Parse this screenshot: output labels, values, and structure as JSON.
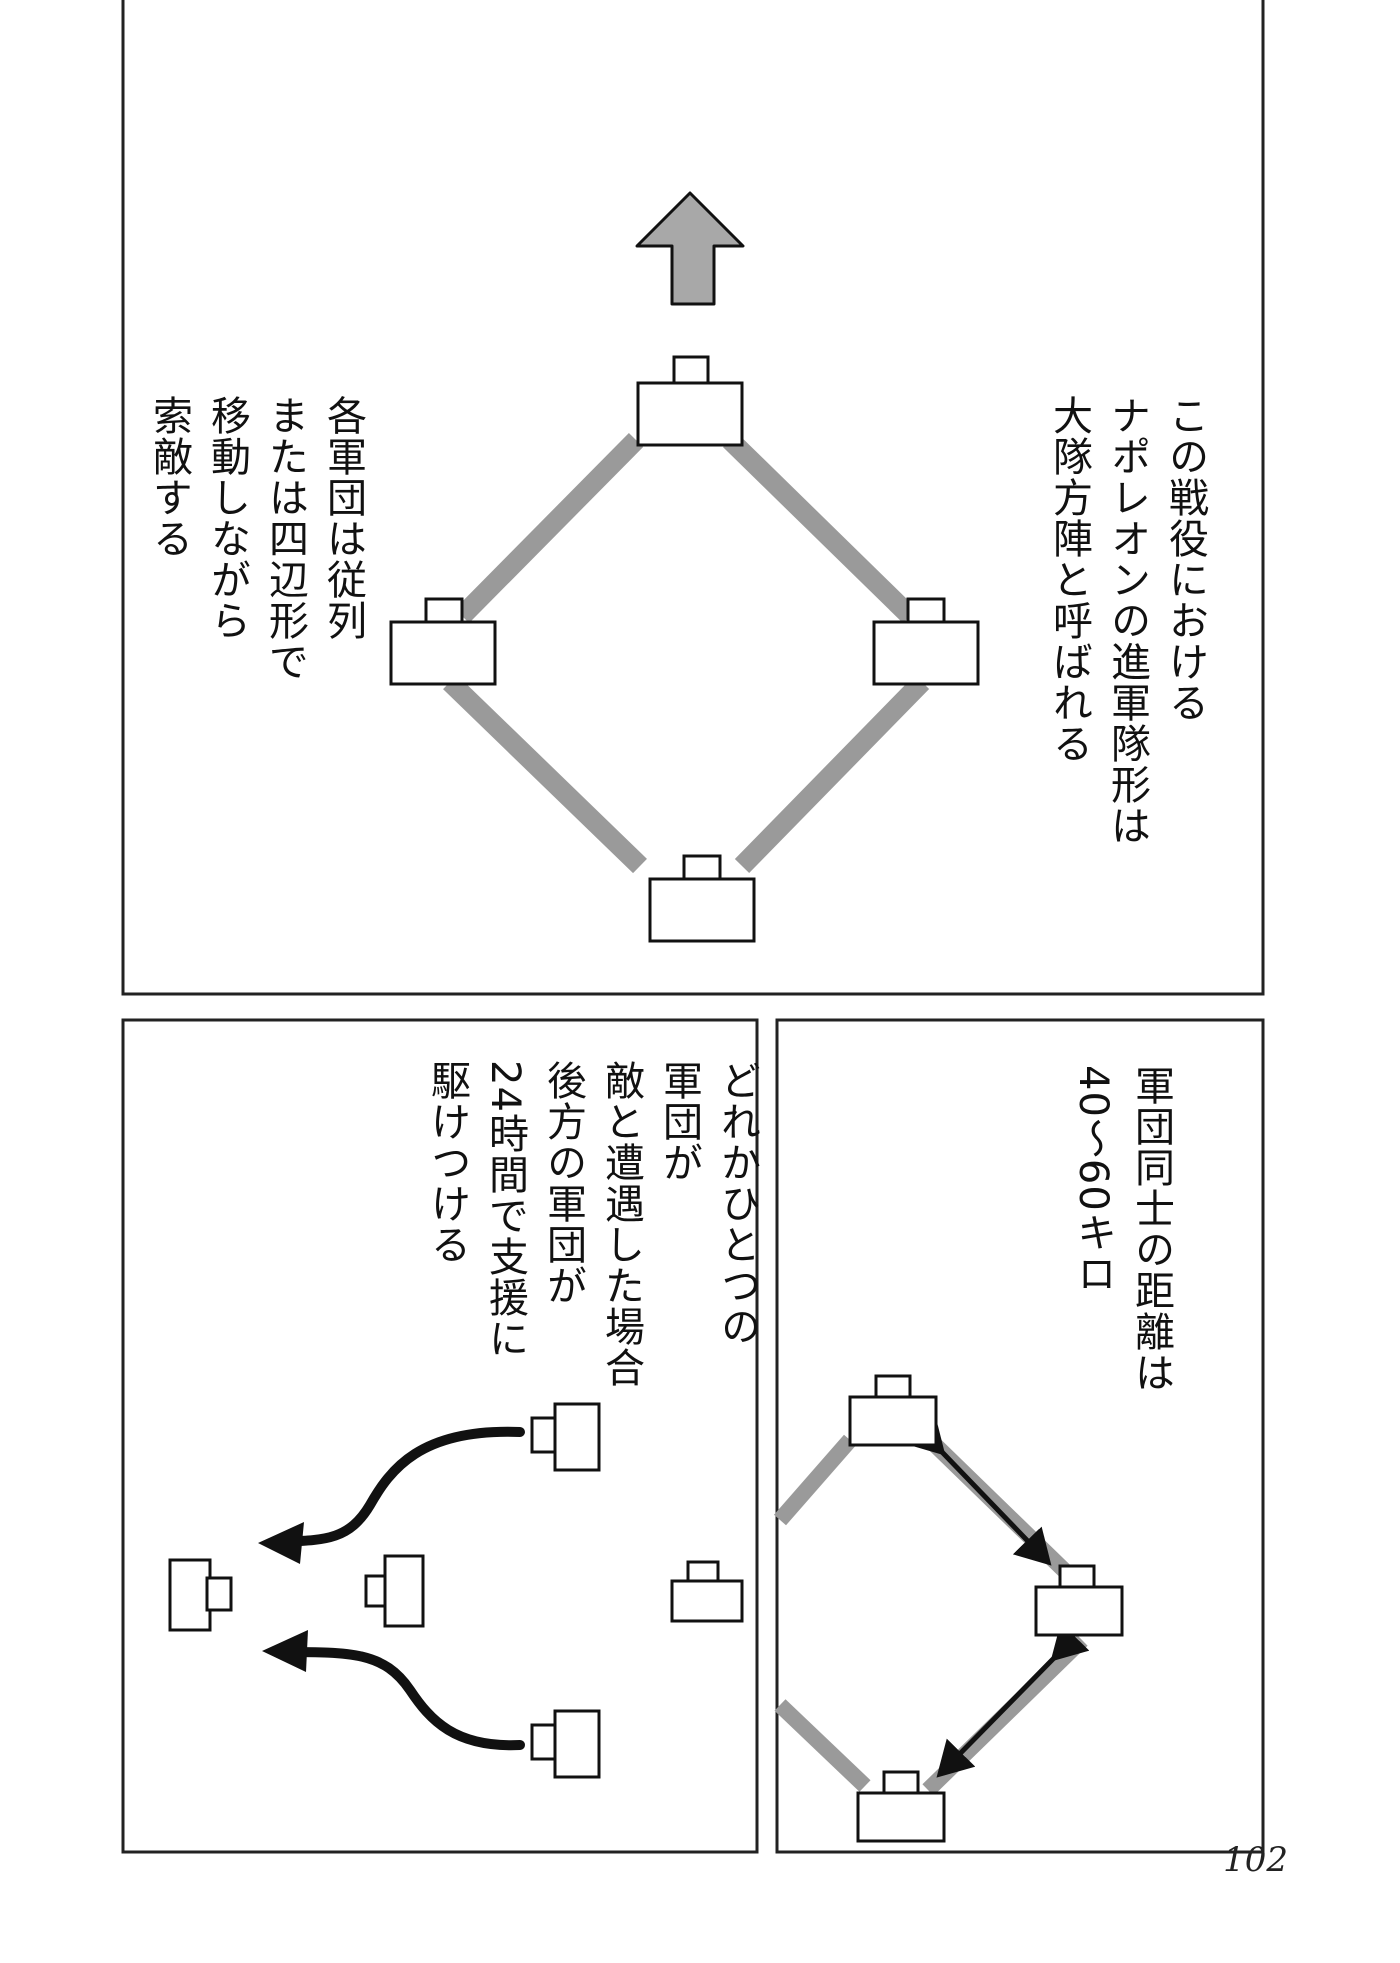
{
  "panels": {
    "top": {
      "text_right": [
        "この戦役における",
        "ナポレオンの進軍隊形は",
        "大隊方陣と呼ばれる"
      ],
      "text_left": [
        "各軍団は従列",
        "または四辺形で",
        "移動しながら",
        "索敵する"
      ]
    },
    "bottom_right": {
      "text": [
        "軍団同士の距離は",
        "40～60キロ"
      ]
    },
    "bottom_left": {
      "text": [
        "どれかひとつの",
        "軍団が",
        "敵と遭遇した場合",
        "後方の軍団が",
        "24時間で支援に",
        "駆けつける"
      ]
    }
  },
  "page_number": "102",
  "colors": {
    "link_gray": "#9a9a9a",
    "arrow_gray": "#a8a8a8",
    "ink": "#111111"
  }
}
